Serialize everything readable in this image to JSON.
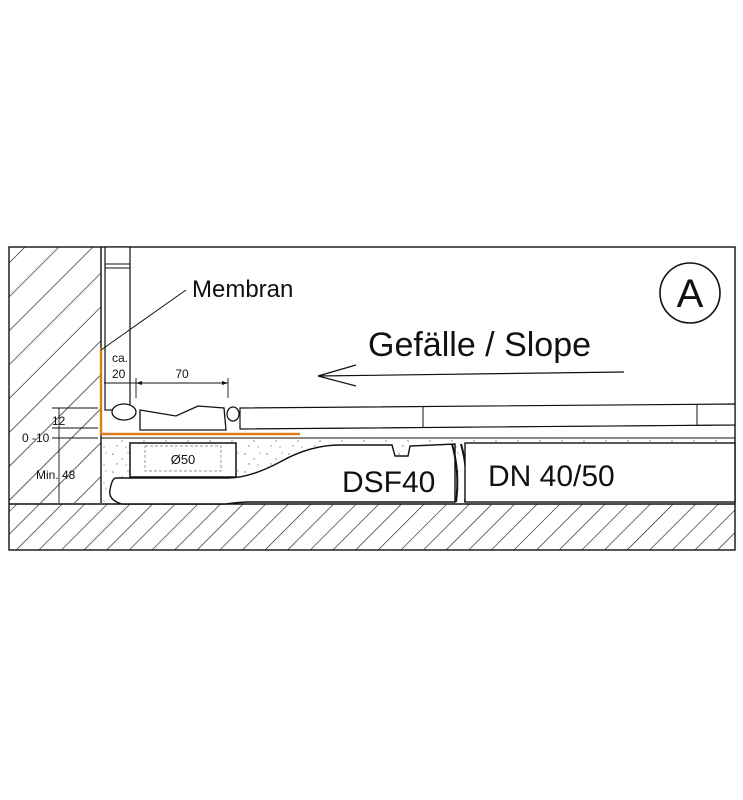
{
  "diagram": {
    "badge": "A",
    "membrane_label": "Membran",
    "slope_label": "Gefälle / Slope",
    "drain_label": "DSF40",
    "pipe_label": "DN 40/50",
    "outlet_label": "Ø50",
    "dimensions": {
      "gap": "ca.",
      "gap_value": "20",
      "width": "70",
      "height_top": "12",
      "height_adjust": "0 -10",
      "height_min": "Min. 48"
    }
  },
  "colors": {
    "line": "#111111",
    "membrane": "#e07a1f",
    "fill": "#ffffff",
    "outlet_dash": "#999999"
  }
}
